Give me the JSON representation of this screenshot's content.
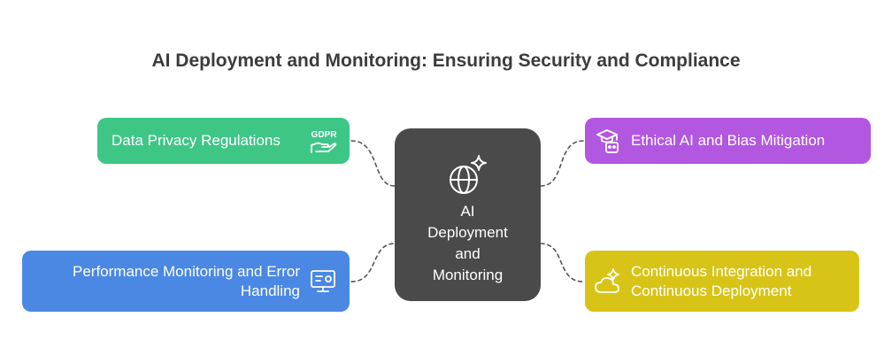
{
  "title": "AI Deployment and Monitoring: Ensuring Security and Compliance",
  "center": {
    "lines": [
      "AI",
      "Deployment",
      "and",
      "Monitoring"
    ],
    "icon": "globe-sparkle-icon",
    "color": "#4a4a4a"
  },
  "nodes": [
    {
      "id": "data-privacy",
      "label": "Data Privacy Regulations",
      "icon": "gdpr-hand-icon",
      "color": "#3ec687"
    },
    {
      "id": "ethical-ai",
      "label": "Ethical AI and Bias Mitigation",
      "icon": "graduate-robot-icon",
      "color": "#b257e0"
    },
    {
      "id": "performance",
      "label": "Performance Monitoring and Error Handling",
      "icon": "monitor-settings-icon",
      "color": "#4b88e4"
    },
    {
      "id": "cicd",
      "label": "Continuous Integration and Continuous Deployment",
      "icon": "cloud-sparkle-icon",
      "color": "#d8c416"
    }
  ]
}
